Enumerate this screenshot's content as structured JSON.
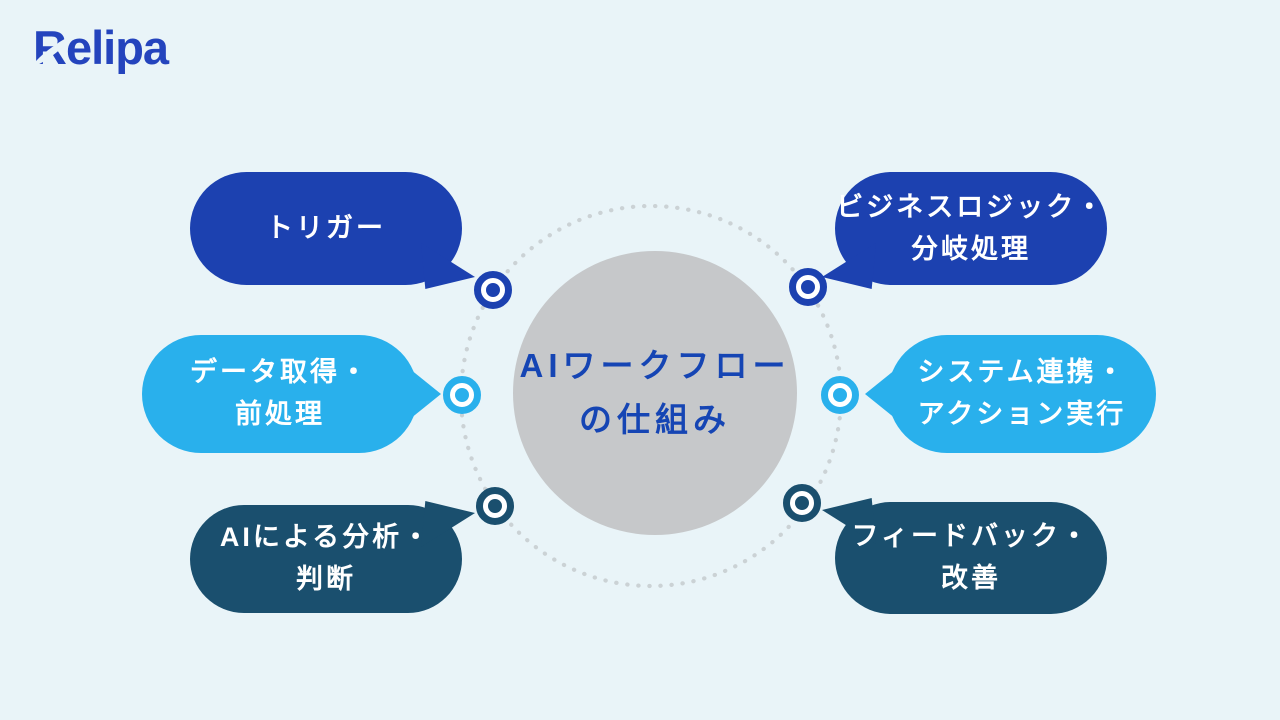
{
  "page": {
    "background_color": "#e9f4f8"
  },
  "logo": {
    "text": "Relipa",
    "color": "#2444bd"
  },
  "center": {
    "title": "AIワークフロー\nの仕組み",
    "circle_color": "#c6c8ca",
    "text_color": "#1545b4",
    "orbit_dot_color": "#cbd2d5"
  },
  "bubbles": [
    {
      "id": "trigger",
      "label": "トリガー",
      "color": "#1c41b0",
      "position": "top-left"
    },
    {
      "id": "data-acquisition",
      "label": "データ取得・\n前処理",
      "color": "#29b0ec",
      "position": "middle-left"
    },
    {
      "id": "ai-analysis",
      "label": "AIによる分析・\n判断",
      "color": "#1a4f6e",
      "position": "bottom-left"
    },
    {
      "id": "business-logic",
      "label": "ビジネスロジック・\n分岐処理",
      "color": "#1c41b0",
      "position": "top-right"
    },
    {
      "id": "system-action",
      "label": "システム連携・\nアクション実行",
      "color": "#29b0ec",
      "position": "middle-right"
    },
    {
      "id": "feedback",
      "label": "フィードバック・\n改善",
      "color": "#1a4f6e",
      "position": "bottom-right"
    }
  ]
}
